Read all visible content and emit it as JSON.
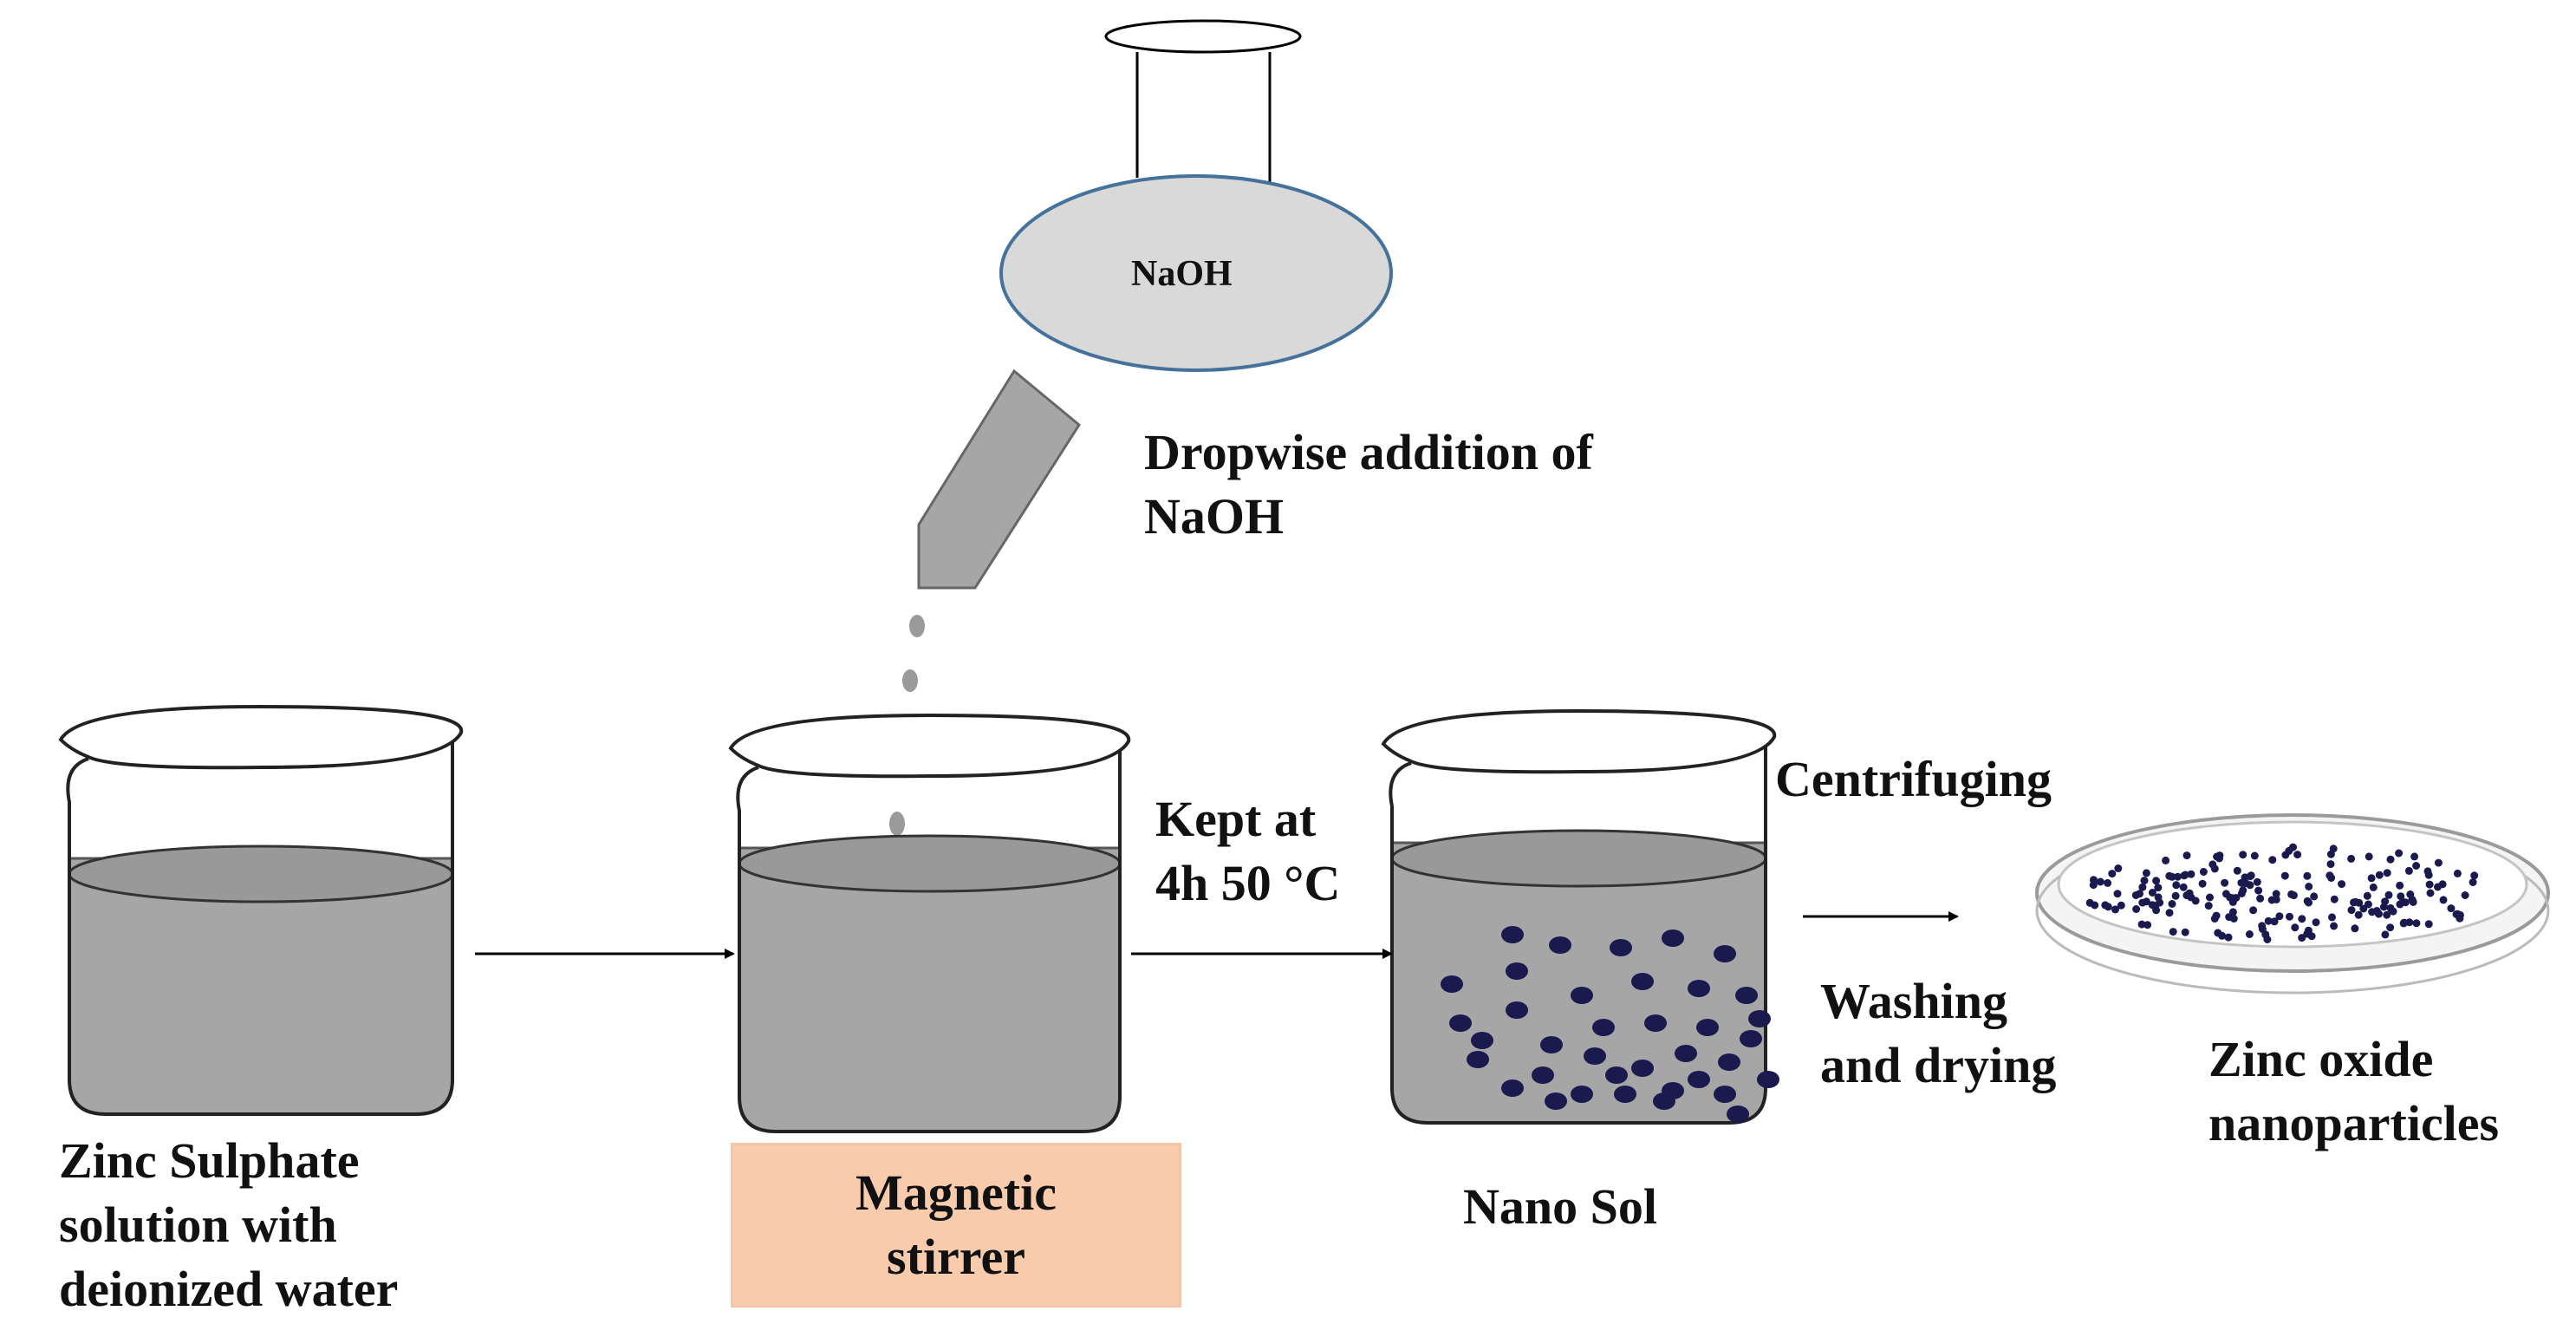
{
  "diagram": {
    "reagent": {
      "label": "NaOH"
    },
    "addition_note": {
      "lines": [
        "Dropwise addition of",
        "NaOH"
      ]
    },
    "steps": [
      {
        "lines": [
          "Zinc Sulphate",
          "solution with",
          "deionized water"
        ]
      },
      {
        "lines": [
          "Magnetic",
          "stirrer"
        ]
      },
      {
        "lines": [
          "Nano Sol"
        ]
      },
      {
        "lines": [
          "Zinc oxide",
          "nanoparticles"
        ]
      }
    ],
    "transitions": [
      {
        "lines": [
          "Kept at",
          "4h 50 °C"
        ]
      },
      {
        "lines": [
          "Centrifuging"
        ]
      },
      {
        "lines": [
          "Washing",
          "and drying"
        ]
      }
    ],
    "colors": {
      "liquid": "#a6a6a6",
      "liquid_top": "#999999",
      "flask_fill": "#d9d9d9",
      "flask_outline": "#44729b",
      "dropper": "#a6a6a6",
      "particles": "#1a1a4e",
      "stirrer_fill": "#f8cbad"
    }
  }
}
